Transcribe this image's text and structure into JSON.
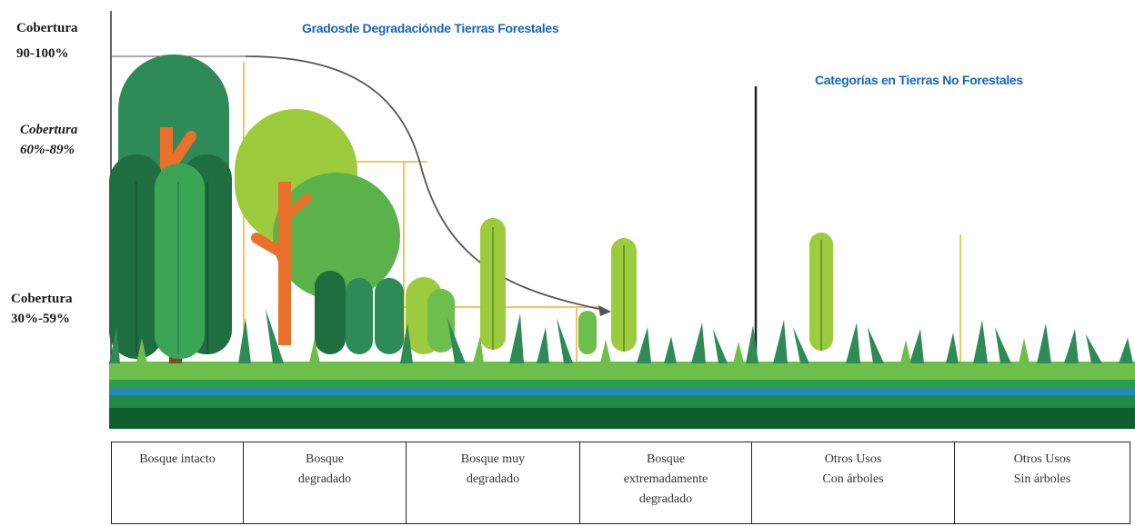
{
  "titles": {
    "main": "Gradosde Degradaciónde Tierras Forestales",
    "non_forest": "Categorías en Tierras No Forestales"
  },
  "coverage_labels": [
    {
      "line1": "Cobertura",
      "line2": "90-100%"
    },
    {
      "line1": "Cobertura",
      "line2": "60%-89%"
    },
    {
      "line1": "Cobertura",
      "line2": "30%-59%"
    }
  ],
  "categories": [
    {
      "label": "Bosque intacto"
    },
    {
      "label": "Bosque\ndegradado"
    },
    {
      "label": "Bosque muy\ndegradado"
    },
    {
      "label": "Bosque\nextremadamente\ndegradado"
    },
    {
      "label": "Otros Usos\nCon árboles"
    },
    {
      "label": "Otros Usos\nSin árboles"
    }
  ],
  "colors": {
    "title_blue": "#1565c0",
    "guide_orange": "#f0b030",
    "ground_green": "#3aa048",
    "water_blue": "#1e88c8",
    "trunk_orange": "#e8702a"
  }
}
